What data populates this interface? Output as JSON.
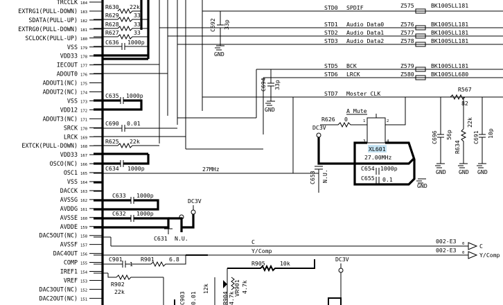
{
  "left_pins": [
    {
      "name": "TRCCLK",
      "num": "184"
    },
    {
      "name": "EXTRG1(PULL-DOWN)",
      "num": "183"
    },
    {
      "name": "SDATA(PULL-UP)",
      "num": "182"
    },
    {
      "name": "EXTRG0(PULL-DOWN)",
      "num": "181"
    },
    {
      "name": "SCLOCK(PULL-UP)",
      "num": "180"
    },
    {
      "name": "VSS",
      "num": "179"
    },
    {
      "name": "VDD33",
      "num": "178"
    },
    {
      "name": "IECOUT",
      "num": "177"
    },
    {
      "name": "ADOUT0",
      "num": "176"
    },
    {
      "name": "ADOUT1(NC)",
      "num": "175"
    },
    {
      "name": "ADOUT2(NC)",
      "num": "174"
    },
    {
      "name": "VSS",
      "num": "173"
    },
    {
      "name": "VDD12",
      "num": "172"
    },
    {
      "name": "ADOUT3(NC)",
      "num": "171"
    },
    {
      "name": "SRCK",
      "num": "170"
    },
    {
      "name": "LRCK",
      "num": "169"
    },
    {
      "name": "EXTCK(PULL-DOWN)",
      "num": "168"
    },
    {
      "name": "VDD33",
      "num": "167"
    },
    {
      "name": "OSCO(NC)",
      "num": "166"
    },
    {
      "name": "OSC1",
      "num": "165"
    },
    {
      "name": "VSS",
      "num": "164"
    },
    {
      "name": "DACCK",
      "num": "163"
    },
    {
      "name": "AVSSG",
      "num": "162"
    },
    {
      "name": "AVDDG",
      "num": "161"
    },
    {
      "name": "AVSSE",
      "num": "160"
    },
    {
      "name": "AVDDE",
      "num": "159"
    },
    {
      "name": "DAC5OUT(NC)",
      "num": "158"
    },
    {
      "name": "AVSSF",
      "num": "157"
    },
    {
      "name": "DAC4OUT",
      "num": "156"
    },
    {
      "name": "COMP",
      "num": "155"
    },
    {
      "name": "IREF1",
      "num": "154"
    },
    {
      "name": "VREF",
      "num": "153"
    },
    {
      "name": "DAC3OUT(NC)",
      "num": "152"
    },
    {
      "name": "DAC2OUT(NC)",
      "num": "151"
    }
  ],
  "components": {
    "r630": {
      "ref": "R630",
      "value": "22k"
    },
    "r629": {
      "ref": "R629",
      "value": "33"
    },
    "r628": {
      "ref": "R628",
      "value": "33"
    },
    "r627": {
      "ref": "R627",
      "value": "33"
    },
    "c636": {
      "ref": "C636",
      "value": "1000p"
    },
    "c635": {
      "ref": "C635",
      "value": "1000p"
    },
    "c690": {
      "ref": "C690",
      "value": "0.01"
    },
    "r625": {
      "ref": "R625",
      "value": "22k"
    },
    "c634": {
      "ref": "C634",
      "value": "1000p"
    },
    "c633": {
      "ref": "C633",
      "value": "1000p"
    },
    "c632": {
      "ref": "C632",
      "value": "1000p"
    },
    "c631": {
      "ref": "C631",
      "value": "N.U."
    },
    "c692": {
      "ref": "C692",
      "value": "33p"
    },
    "c694": {
      "ref": "C694",
      "value": "33p"
    },
    "r626": {
      "ref": "R626",
      "value": "0"
    },
    "xl601": {
      "ref": "XL601",
      "value": "27.00MHz"
    },
    "c654": {
      "ref": "C654",
      "value": "1000p"
    },
    "c655": {
      "ref": "C655",
      "value": "0.1"
    },
    "c653": {
      "ref": "C653",
      "value": "N.U."
    },
    "r567": {
      "ref": "R567",
      "value": "82"
    },
    "c696": {
      "ref": "C696",
      "value": "56p"
    },
    "r634": {
      "ref": "R634",
      "value": "22k"
    },
    "c691": {
      "ref": "C691",
      "value": "10p"
    },
    "c901": {
      "ref": "C901",
      "value": "1"
    },
    "r901": {
      "ref": "R901",
      "value": "6.8"
    },
    "r905": {
      "ref": "R905",
      "value": "10k"
    },
    "vr901": {
      "ref": "VR901",
      "value": "4.7k"
    },
    "r902": {
      "ref": "R902",
      "value": "22k"
    },
    "c903": {
      "ref": "C903",
      "value": "0.01"
    },
    "r904": {
      "ref": "R904",
      "value": "4.7k"
    },
    "r9xx": {
      "value": "12k"
    }
  },
  "signals": [
    {
      "net": "STD0",
      "name": "SPDIF",
      "ferrite": "Z575",
      "part": "BK1005LL181"
    },
    {
      "net": "STD1",
      "name": "Audio_Data0",
      "ferrite": "Z576",
      "part": "BK1005LL181"
    },
    {
      "net": "STD2",
      "name": "Audio_Data1",
      "ferrite": "Z577",
      "part": "BK1005LL181"
    },
    {
      "net": "STD3",
      "name": "Audio_Data2",
      "ferrite": "Z578",
      "part": "BK1005LL181"
    },
    {
      "net": "STD5",
      "name": "BCK",
      "ferrite": "Z579",
      "part": "BK1005LL181"
    },
    {
      "net": "STD6",
      "name": "LRCK",
      "ferrite": "Z580",
      "part": "BK1005LL680"
    },
    {
      "net": "STD7",
      "name": "Moster_CLK"
    }
  ],
  "labels": {
    "a_mute": "A_Mute",
    "clk_27": "27MHz",
    "dc3v": "DC3V",
    "gnd": "GND",
    "c_sig": "C",
    "ycomp_sig": "Y/Comp",
    "ref_c": "002-E3",
    "ref_y": "002-E3",
    "out_c": "C",
    "out_y": "Y/Comp",
    "pin1": "1",
    "pin2": "2",
    "pin3": "3",
    "pin4": "4",
    "out_pin_c": "0",
    "out_pin_y": "0"
  },
  "colors": {
    "highlight": "#c6e4f4",
    "ink": "#000000",
    "paper": "#ffffff"
  }
}
